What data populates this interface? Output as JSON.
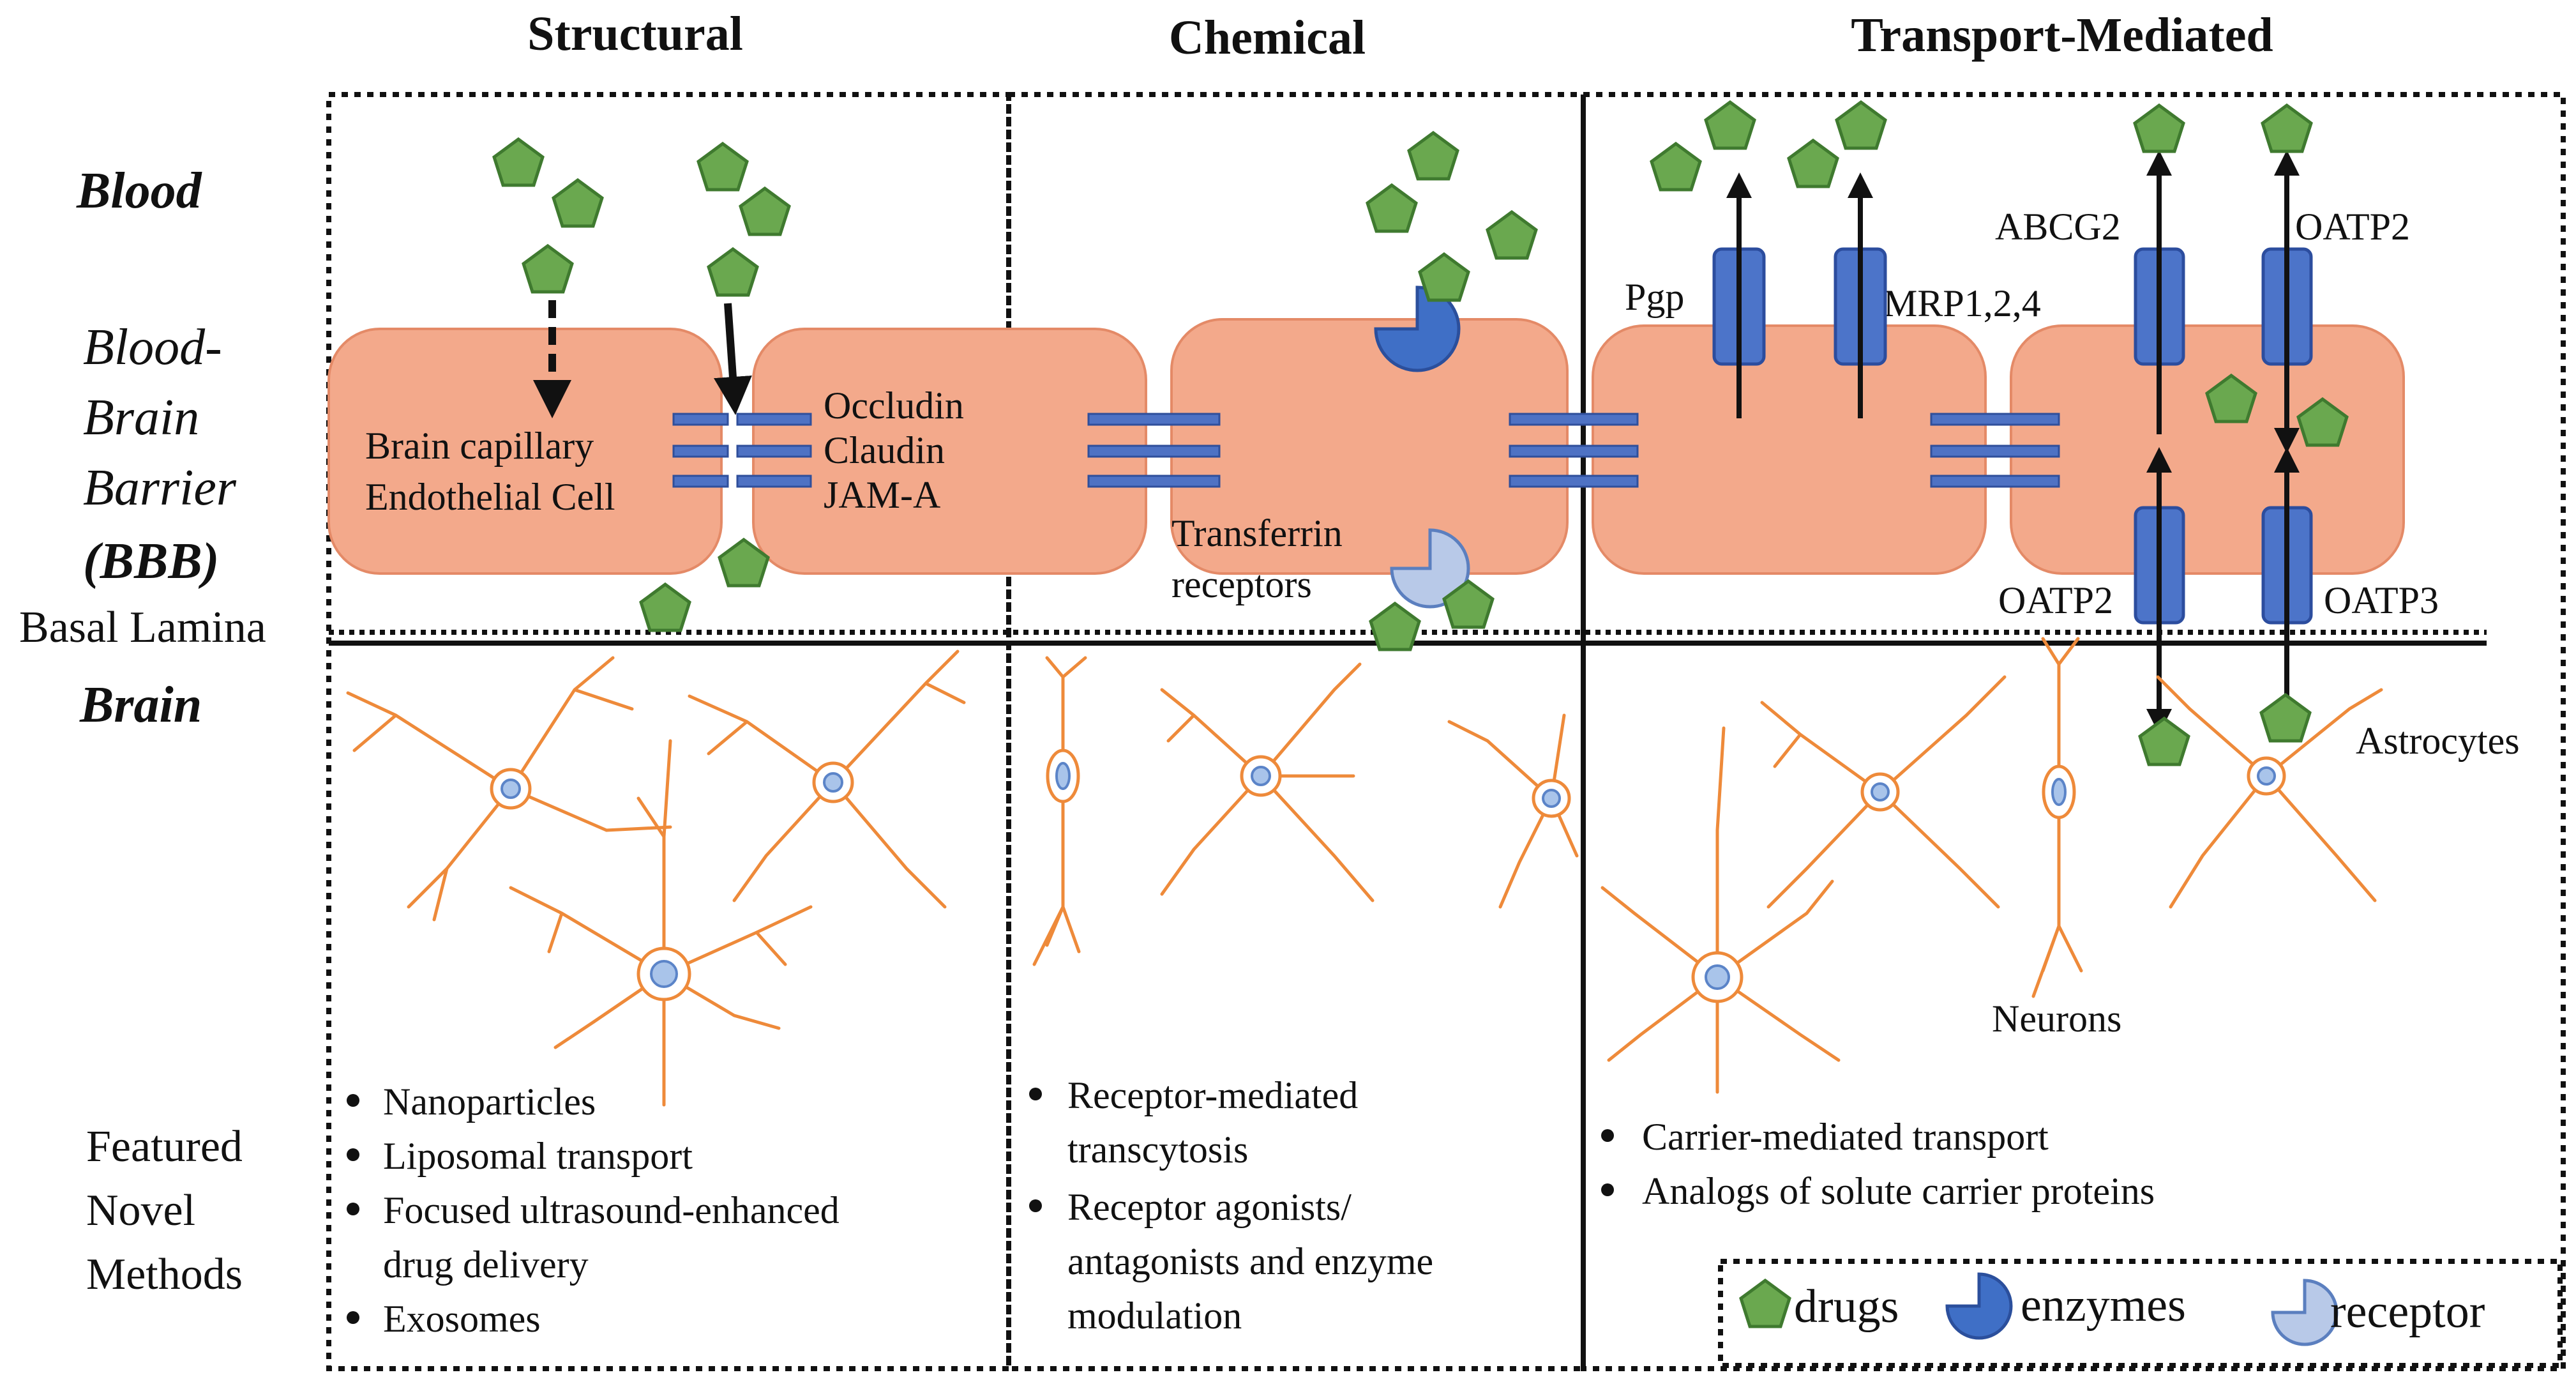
{
  "headers": {
    "structural": "Structural",
    "chemical": "Chemical",
    "transport": "Transport-Mediated"
  },
  "side_labels": {
    "blood": "Blood",
    "bbb_line1": "Blood-",
    "bbb_line2": "Brain",
    "bbb_line3": "Barrier",
    "bbb_line4": "(BBB)",
    "basal_lamina": "Basal Lamina",
    "brain": "Brain",
    "featured_line1": "Featured",
    "featured_line2": "Novel",
    "featured_line3": "Methods"
  },
  "cell_labels": {
    "endothelial_line1": "Brain  capillary",
    "endothelial_line2": "Endothelial  Cell",
    "occludin": "Occludin",
    "claudin": "Claudin",
    "jam_a": "JAM-A",
    "transferrin_line1": "Transferrin",
    "transferrin_line2": "receptors",
    "pgp": "Pgp",
    "mrp": "MRP1,2,4",
    "abcg2": "ABCG2",
    "oatp2_top": "OATP2",
    "oatp2_bottom": "OATP2",
    "oatp3": "OATP3",
    "astrocytes": "Astrocytes",
    "neurons": "Neurons"
  },
  "methods": {
    "structural": [
      "Nanoparticles",
      "Liposomal transport",
      "Focused ultrasound-enhanced",
      "drug delivery",
      "Exosomes"
    ],
    "chemical": [
      "Receptor-mediated",
      "transcytosis",
      "Receptor agonists/",
      "antagonists and enzyme",
      "modulation"
    ],
    "transport": [
      "Carrier-mediated  transport",
      "Analogs of solute carrier proteins"
    ]
  },
  "legend": {
    "drugs": "drugs",
    "enzymes": "enzymes",
    "receptor": "receptor"
  },
  "colors": {
    "cell_fill": "#f3a98b",
    "transporter": "#4c74c9",
    "drug": "#6aa84f",
    "neuron": "#ee8a3a",
    "receptor": "#b8c9e8"
  }
}
